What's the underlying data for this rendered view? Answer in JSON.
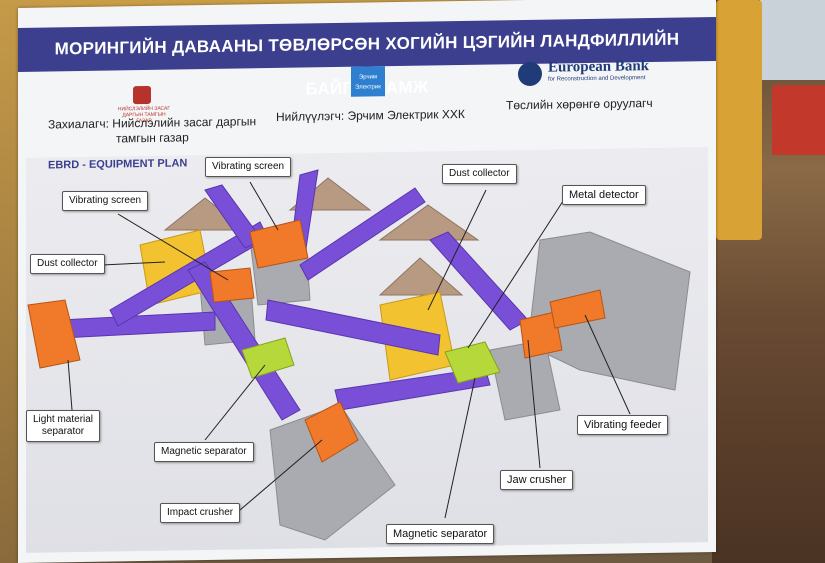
{
  "banner": {
    "title": "МОРИНГИЙН ДАВААНЫ ТӨВЛӨРСӨН ХОГИЙН ЦЭГИЙН ЛАНДФИЛЛИЙН БАЙГУУЛАМЖ",
    "client_label": "Захиалагч: Нийслэлийн засаг даргын",
    "client_label2": "тамгын газар",
    "contractor_label": "Нийлүүлэгч: Эрчим Электрик ХХК",
    "investor_label": "Төслийн хөрөнгө оруулагч",
    "logo_ub_text": "НИЙСЛЭЛИЙН ЗАСАГ ДАРГЫН ТАМГЫН ГАЗАР",
    "logo_erchim_text": "Эрчим Электрик",
    "ebrd_name": "European Bank",
    "ebrd_sub": "for Reconstruction and Development"
  },
  "plan": {
    "title": "EBRD -  EQUIPMENT PLAN",
    "labels": {
      "vibrating_screen_1": "Vibrating screen",
      "vibrating_screen_2": "Vibrating screen",
      "dust_collector_1": "Dust collector",
      "dust_collector_2": "Dust collector",
      "metal_detector": "Metal detector",
      "light_material_1": "Light material",
      "light_material_2": "separator",
      "magnetic_separator_1": "Magnetic separator",
      "magnetic_separator_2": "Magnetic separator",
      "impact_crusher": "Impact crusher",
      "jaw_crusher": "Jaw crusher",
      "vibrating_feeder": "Vibrating feeder"
    }
  },
  "colors": {
    "banner_blue": "#3b3f8e",
    "conveyor_purple": "#7a4fd8",
    "machine_orange": "#f07a2a",
    "dust_yellow": "#f2c230",
    "magnet_green": "#b7d83a",
    "structure_gray": "#a9abb1"
  }
}
